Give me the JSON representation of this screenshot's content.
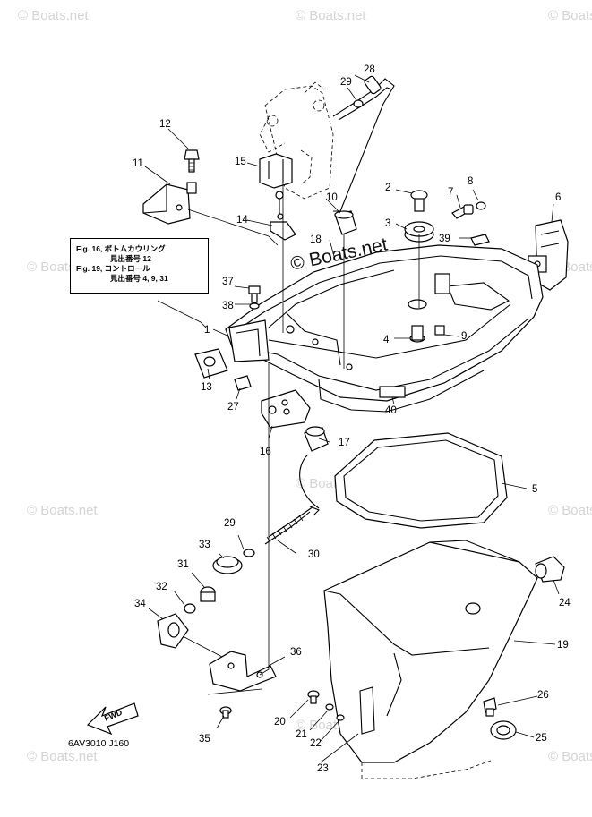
{
  "watermark": {
    "text": "© Boats.net",
    "center_text": "© Boats.net"
  },
  "reference_box": {
    "line1_fig": "Fig. 16,",
    "line1_text": "ボトムカウリング",
    "line2_text": "見出番号 12",
    "line3_fig": "Fig. 19,",
    "line3_text": "コントロール",
    "line4_text": "見出番号 4, 9, 31"
  },
  "fwd_label": "FWD",
  "diagram_code": "6AV3010 J160",
  "callouts": {
    "c1": "1",
    "c2": "2",
    "c3": "3",
    "c4": "4",
    "c5": "5",
    "c6": "6",
    "c7": "7",
    "c8": "8",
    "c9": "9",
    "c10": "10",
    "c11": "11",
    "c12": "12",
    "c13": "13",
    "c14": "14",
    "c15": "15",
    "c16": "16",
    "c17": "17",
    "c18": "18",
    "c19": "19",
    "c20": "20",
    "c21": "21",
    "c22": "22",
    "c23": "23",
    "c24": "24",
    "c25": "25",
    "c26": "26",
    "c27": "27",
    "c28": "28",
    "c29a": "29",
    "c29b": "29",
    "c30": "30",
    "c31": "31",
    "c32": "32",
    "c33": "33",
    "c34": "34",
    "c35": "35",
    "c36": "36",
    "c37": "37",
    "c38": "38",
    "c39": "39",
    "c40": "40"
  }
}
